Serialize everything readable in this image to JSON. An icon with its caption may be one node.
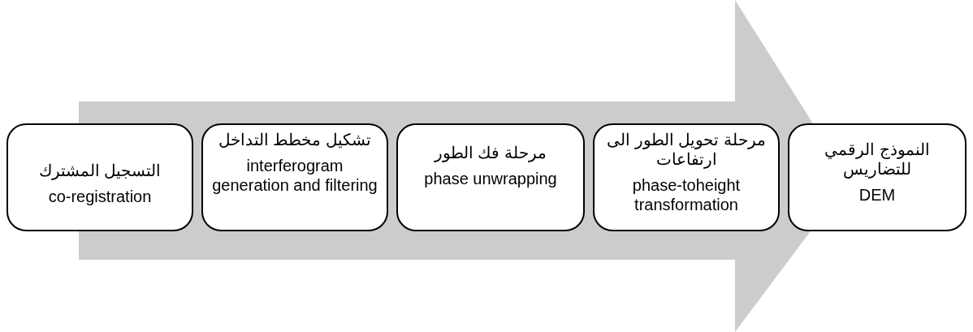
{
  "diagram": {
    "nodes": [
      {
        "text": [
          "التسجيل المشترك",
          "co-registration"
        ]
      },
      {
        "text": [
          "تشكيل مخطط التداخل",
          "interferogram generation and filtering"
        ]
      },
      {
        "text": [
          "مرحلة فك الطور",
          "phase unwrapping"
        ]
      },
      {
        "text": [
          "مرحلة تحويل الطور الى ارتفاعات",
          "phase-toheight transformation"
        ]
      },
      {
        "text": [
          "النموذج الرقمي للتضاريس",
          "DEM"
        ]
      }
    ],
    "edges": [
      {
        "from": 0,
        "to": 4,
        "arrow": "to"
      }
    ]
  }
}
